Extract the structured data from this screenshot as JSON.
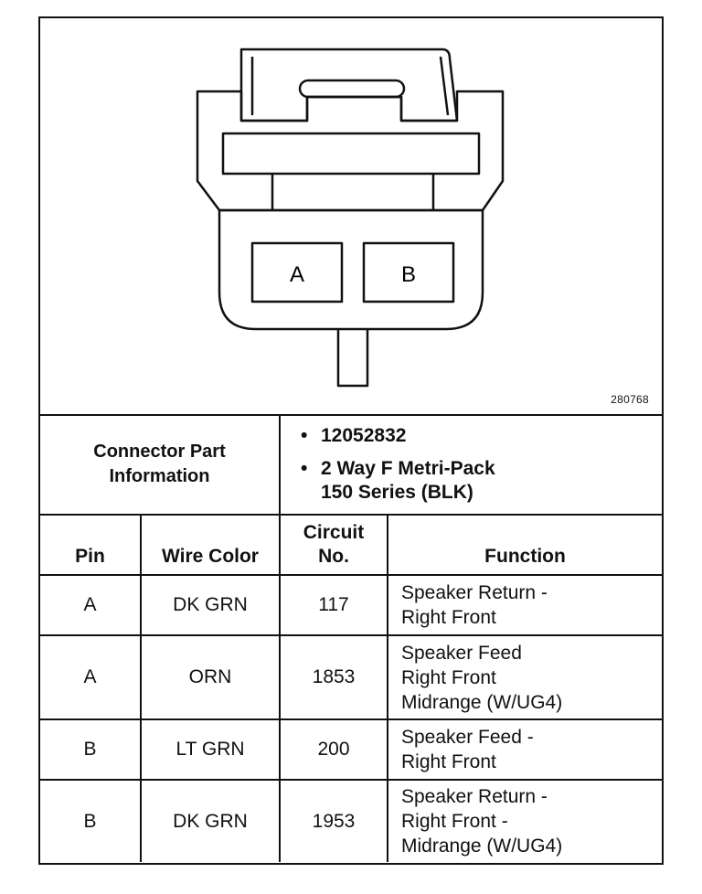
{
  "diagram": {
    "pin_labels": [
      "A",
      "B"
    ],
    "figure_number": "280768"
  },
  "connector_info": {
    "label_line1": "Connector Part",
    "label_line2": "Information",
    "part_number": "12052832",
    "description_line1": "2 Way F Metri-Pack",
    "description_line2": "150 Series (BLK)"
  },
  "table": {
    "headers": {
      "pin": "Pin",
      "wire_color": "Wire Color",
      "circuit_line1": "Circuit",
      "circuit_line2": "No.",
      "function": "Function"
    },
    "rows": [
      {
        "pin": "A",
        "wire_color": "DK GRN",
        "circuit": "117",
        "function": [
          "Speaker Return -",
          "Right Front"
        ]
      },
      {
        "pin": "A",
        "wire_color": "ORN",
        "circuit": "1853",
        "function": [
          "Speaker Feed",
          "Right Front",
          "Midrange (W/UG4)"
        ]
      },
      {
        "pin": "B",
        "wire_color": "LT GRN",
        "circuit": "200",
        "function": [
          "Speaker Feed -",
          "Right Front"
        ]
      },
      {
        "pin": "B",
        "wire_color": "DK GRN",
        "circuit": "1953",
        "function": [
          "Speaker Return -",
          "Right Front -",
          "Midrange (W/UG4)"
        ]
      }
    ]
  }
}
